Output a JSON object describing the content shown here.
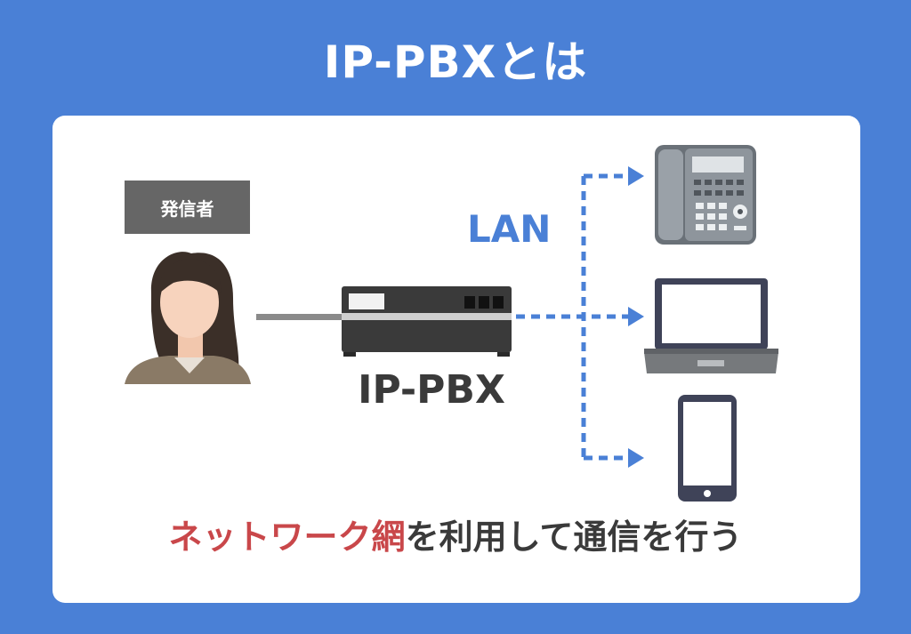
{
  "title": "IP-PBXとは",
  "caller": {
    "label": "発信者"
  },
  "network": {
    "lan_label": "LAN"
  },
  "pbx": {
    "label": "IP-PBX"
  },
  "devices": [
    {
      "name": "desk-phone-icon"
    },
    {
      "name": "laptop-icon"
    },
    {
      "name": "smartphone-icon"
    }
  ],
  "caption": {
    "highlight": "ネットワーク網",
    "rest": "を利用して通信を行う"
  },
  "colors": {
    "background": "#4a80d6",
    "accent": "#4a80d6",
    "highlight": "#c9474a",
    "text": "#3a3a3a"
  }
}
